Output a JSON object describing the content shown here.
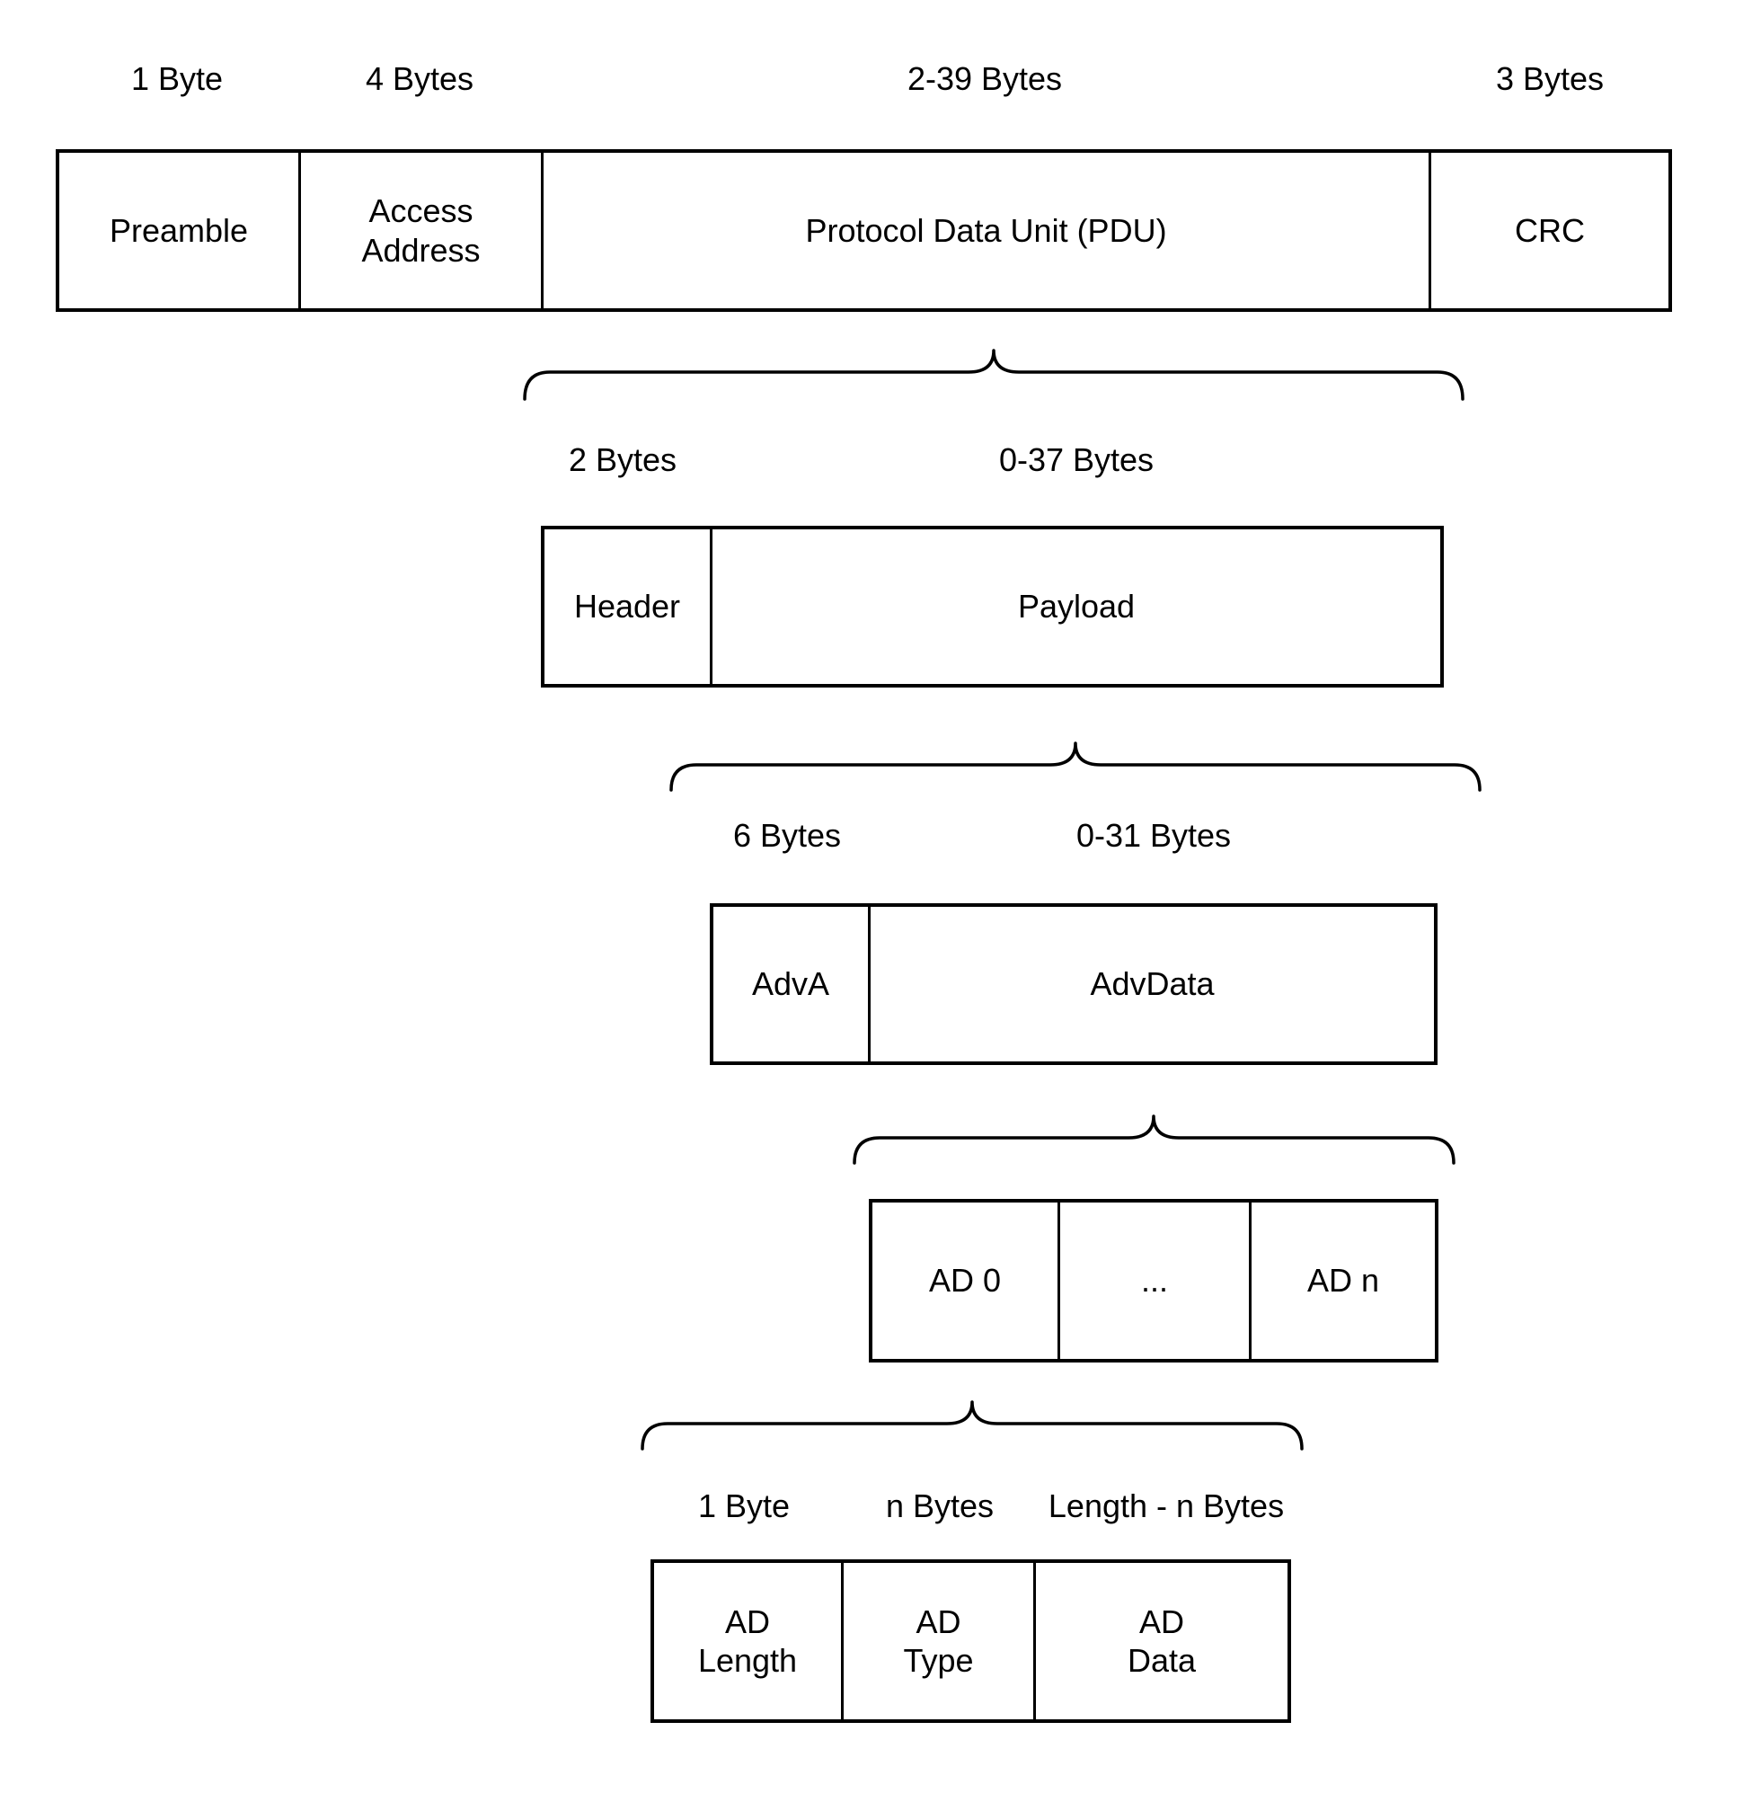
{
  "colors": {
    "background": "#ffffff",
    "line": "#000000",
    "text": "#000000"
  },
  "diagram": {
    "rows": [
      {
        "id": "link-layer-packet",
        "size_labels": [
          {
            "text": "1 Byte"
          },
          {
            "text": "4 Bytes"
          },
          {
            "text": "2-39 Bytes"
          },
          {
            "text": "3 Bytes"
          }
        ],
        "cells": [
          {
            "text": "Preamble"
          },
          {
            "text": "Access\nAddress"
          },
          {
            "text": "Protocol Data Unit (PDU)"
          },
          {
            "text": "CRC"
          }
        ]
      },
      {
        "id": "pdu-structure",
        "size_labels": [
          {
            "text": "2 Bytes"
          },
          {
            "text": "0-37 Bytes"
          }
        ],
        "cells": [
          {
            "text": "Header"
          },
          {
            "text": "Payload"
          }
        ]
      },
      {
        "id": "payload-structure",
        "size_labels": [
          {
            "text": "6 Bytes"
          },
          {
            "text": "0-31 Bytes"
          }
        ],
        "cells": [
          {
            "text": "AdvA"
          },
          {
            "text": "AdvData"
          }
        ]
      },
      {
        "id": "advdata-structure",
        "size_labels": [],
        "cells": [
          {
            "text": "AD 0"
          },
          {
            "text": "..."
          },
          {
            "text": "AD n"
          }
        ]
      },
      {
        "id": "ad-structure",
        "size_labels": [
          {
            "text": "1 Byte"
          },
          {
            "text": "n Bytes"
          },
          {
            "text": "Length - n Bytes"
          }
        ],
        "cells": [
          {
            "text": "AD\nLength"
          },
          {
            "text": "AD\nType"
          },
          {
            "text": "AD\nData"
          }
        ]
      }
    ]
  }
}
